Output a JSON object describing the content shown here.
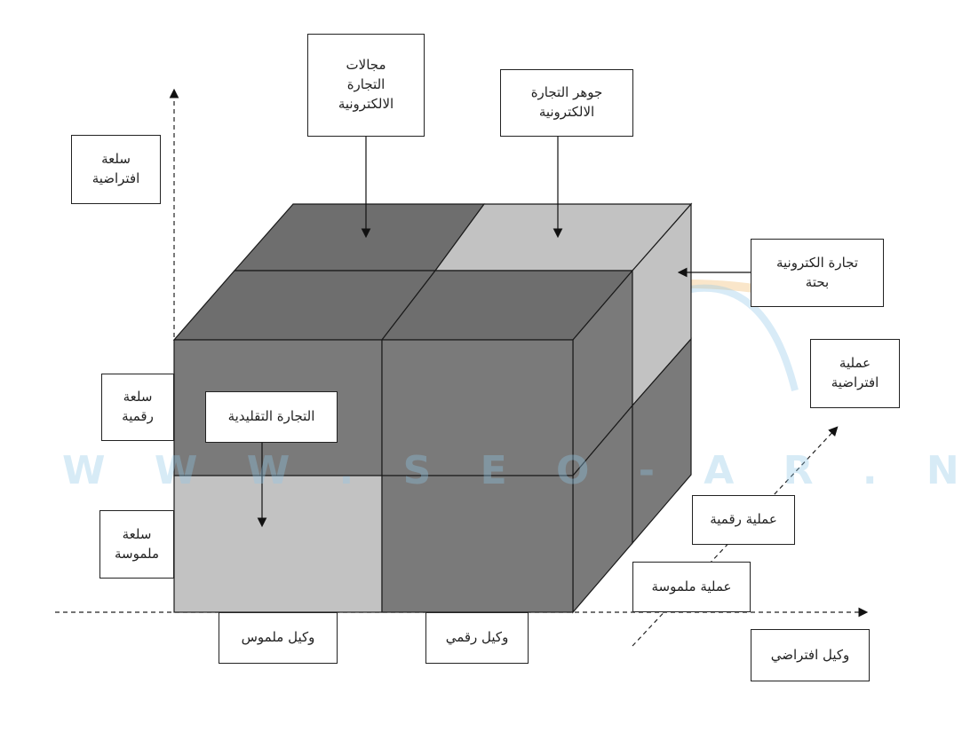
{
  "labels": {
    "fields_ecommerce": "مجالات\nالتجارة\nالالكترونية",
    "core_ecommerce": "جوهر التجارة\nالالكترونية",
    "pure_ecommerce": "تجارة الكترونية\nبحتة",
    "virtual_goods": "سلعة\nافتراضية",
    "digital_goods": "سلعة\nرقمية",
    "traditional_commerce": "التجارة التقليدية",
    "tangible_goods": "سلعة\nملموسة",
    "virtual_process": "عملية\nافتراضية",
    "digital_process": "عملية رقمية",
    "tangible_process": "عملية ملموسة",
    "tangible_agent": "وكيل ملموس",
    "digital_agent": "وكيل رقمي",
    "virtual_agent": "وكيل افتراضي"
  },
  "watermark": "W W W . S E O - A R . N E T",
  "colors": {
    "dark_face": "#7a7a7a",
    "darker_top": "#6e6e6e",
    "light_face": "#c2c2c2",
    "edge": "#1a1a1a",
    "background": "#ffffff"
  }
}
